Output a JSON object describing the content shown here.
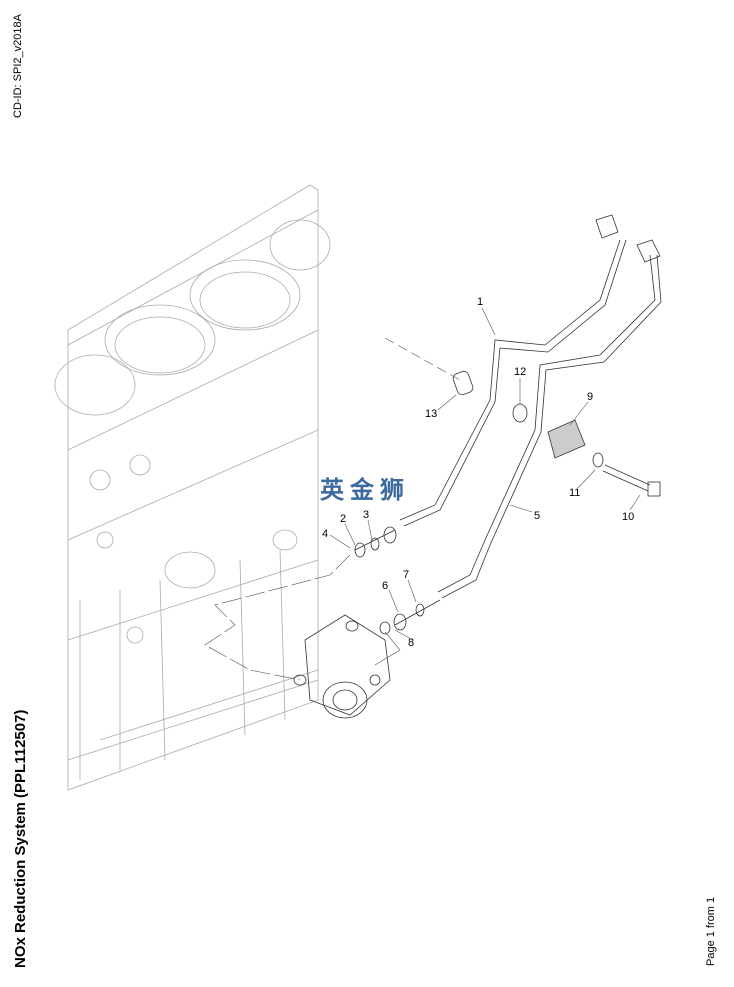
{
  "header": {
    "cd_id": "CD-ID: SPI2_v2018A"
  },
  "footer": {
    "title": "NOx Reduction System (PPL112507)",
    "page": "Page 1 from 1"
  },
  "watermark": "英金狮",
  "callouts": [
    "1",
    "2",
    "3",
    "4",
    "5",
    "6",
    "7",
    "8",
    "9",
    "10",
    "11",
    "12",
    "13"
  ]
}
